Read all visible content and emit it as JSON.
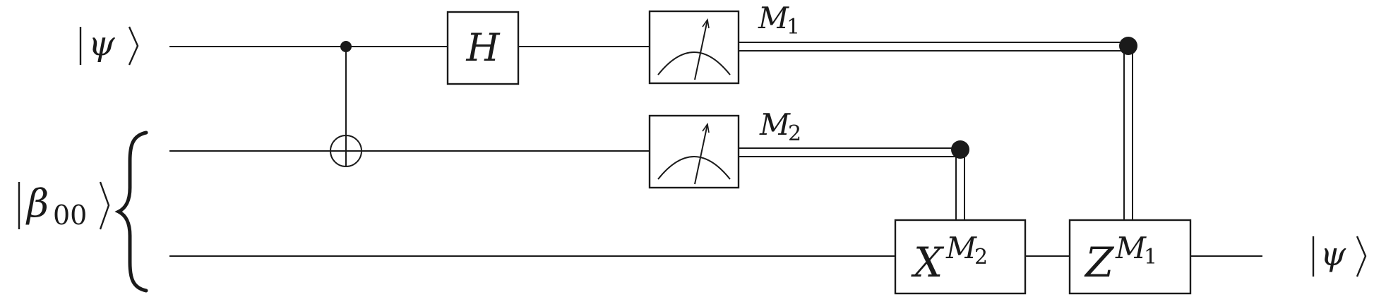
{
  "diagram": {
    "kind": "quantum-circuit",
    "inputs": {
      "psi_state": "ψ",
      "bell_symbol": "β",
      "bell_subscript": "00"
    },
    "gates": {
      "hadamard": "H",
      "x_gate": "X",
      "z_gate": "Z"
    },
    "measurements": {
      "m1_symbol": "M",
      "m1_subscript": "1",
      "m2_symbol": "M",
      "m2_subscript": "2"
    },
    "output": {
      "psi_state": "ψ"
    },
    "colors": {
      "ink": "#1a1a1a",
      "background": "#ffffff"
    }
  }
}
